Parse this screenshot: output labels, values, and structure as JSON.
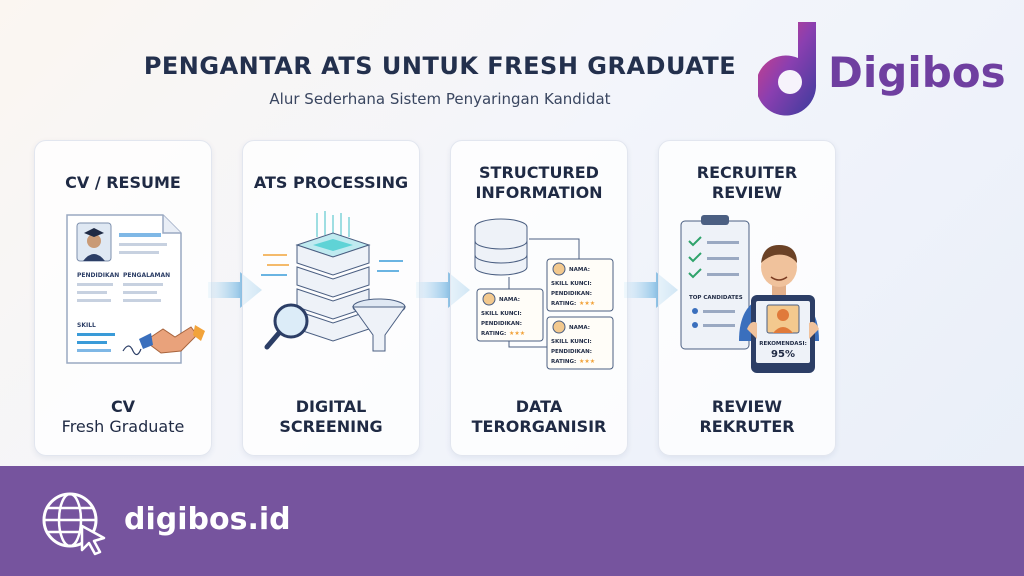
{
  "header": {
    "title": "PENGANTAR ATS UNTUK FRESH GRADUATE",
    "subtitle": "Alur Sederhana Sistem Penyaringan Kandidat"
  },
  "logo": {
    "text": "Digibos"
  },
  "steps": [
    {
      "title_lines": [
        "CV / RESUME"
      ],
      "caption_bold": "CV",
      "caption_normal": "Fresh Graduate",
      "labels": {
        "pendidikan": "PENDIDIKAN",
        "pengalaman": "PENGALAMAN",
        "skill": "SKILL"
      }
    },
    {
      "title_lines": [
        "ATS PROCESSING"
      ],
      "caption_lines": [
        "DIGITAL",
        "SCREENING"
      ]
    },
    {
      "title_lines": [
        "STRUCTURED",
        "INFORMATION"
      ],
      "caption_lines": [
        "DATA",
        "TERORGANISIR"
      ],
      "record_labels": {
        "nama": "NAMA:",
        "skill": "SKILL KUNCI:",
        "pendidikan": "PENDIDIKAN:",
        "rating": "RATING:"
      }
    },
    {
      "title_lines": [
        "RECRUITER",
        "REVIEW"
      ],
      "caption_lines": [
        "REVIEW",
        "REKRUTER"
      ],
      "top_candidates": "TOP CANDIDATES",
      "recommendation_label": "REKOMENDASI:",
      "recommendation_value": "95%"
    }
  ],
  "footer": {
    "text": "digibos.id"
  },
  "colors": {
    "footer_bg": "#76549e",
    "brand_purple": "#6f3fa0",
    "arrow_blue": "#3a9bd8",
    "star": "#f2a33a"
  },
  "icons": [
    "graduate-avatar-icon",
    "handshake-icon",
    "server-stack-icon",
    "magnifier-icon",
    "funnel-icon",
    "database-icon",
    "checklist-clipboard-icon",
    "recruiter-person-icon",
    "tablet-icon",
    "globe-cursor-icon"
  ]
}
